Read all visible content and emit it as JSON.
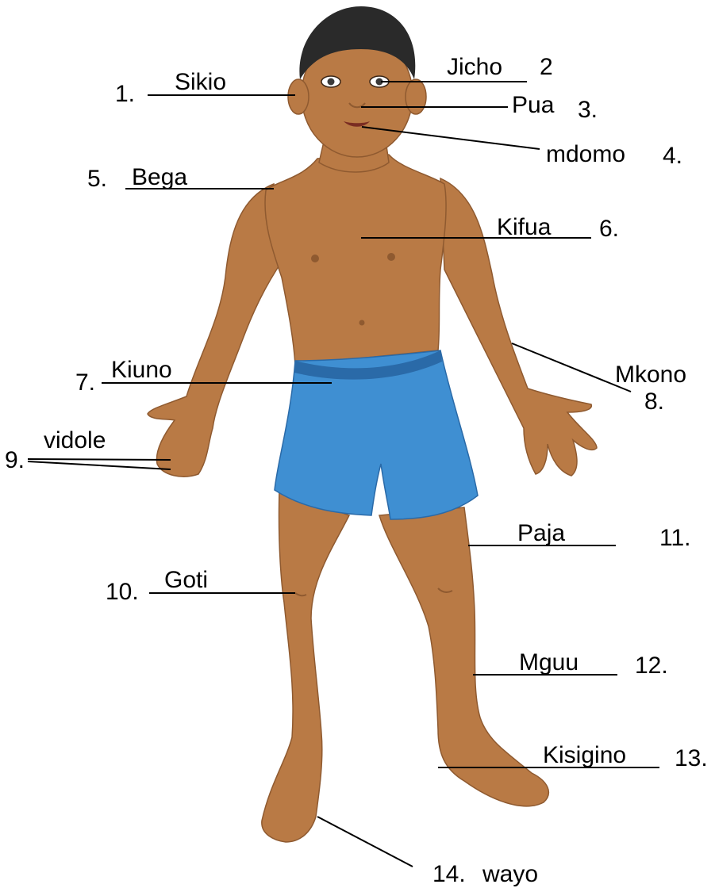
{
  "colors": {
    "skin": "#b97a45",
    "skin_shade": "#8f5a30",
    "skin_light": "#d49a63",
    "hair": "#2a2a2a",
    "shorts": "#3f8fd2",
    "shorts_dark": "#2a6aa8",
    "line": "#000000",
    "text": "#000000",
    "background": "#ffffff"
  },
  "labels": [
    {
      "id": "sikio",
      "number": "1.",
      "word": "Sikio"
    },
    {
      "id": "jicho",
      "number": "2",
      "word": "Jicho"
    },
    {
      "id": "pua",
      "number": "3.",
      "word": "Pua"
    },
    {
      "id": "mdomo",
      "number": "4.",
      "word": "mdomo"
    },
    {
      "id": "bega",
      "number": "5.",
      "word": "Bega"
    },
    {
      "id": "kifua",
      "number": "6.",
      "word": "Kifua"
    },
    {
      "id": "kiuno",
      "number": "7.",
      "word": "Kiuno"
    },
    {
      "id": "mkono",
      "number": "8.",
      "word": "Mkono"
    },
    {
      "id": "vidole",
      "number": "9.",
      "word": "vidole"
    },
    {
      "id": "goti",
      "number": "10.",
      "word": "Goti"
    },
    {
      "id": "paja",
      "number": "11.",
      "word": "Paja"
    },
    {
      "id": "mguu",
      "number": "12.",
      "word": "Mguu"
    },
    {
      "id": "kisigino",
      "number": "13.",
      "word": "Kisigino"
    },
    {
      "id": "wayo",
      "number": "14.",
      "word": "wayo"
    }
  ]
}
